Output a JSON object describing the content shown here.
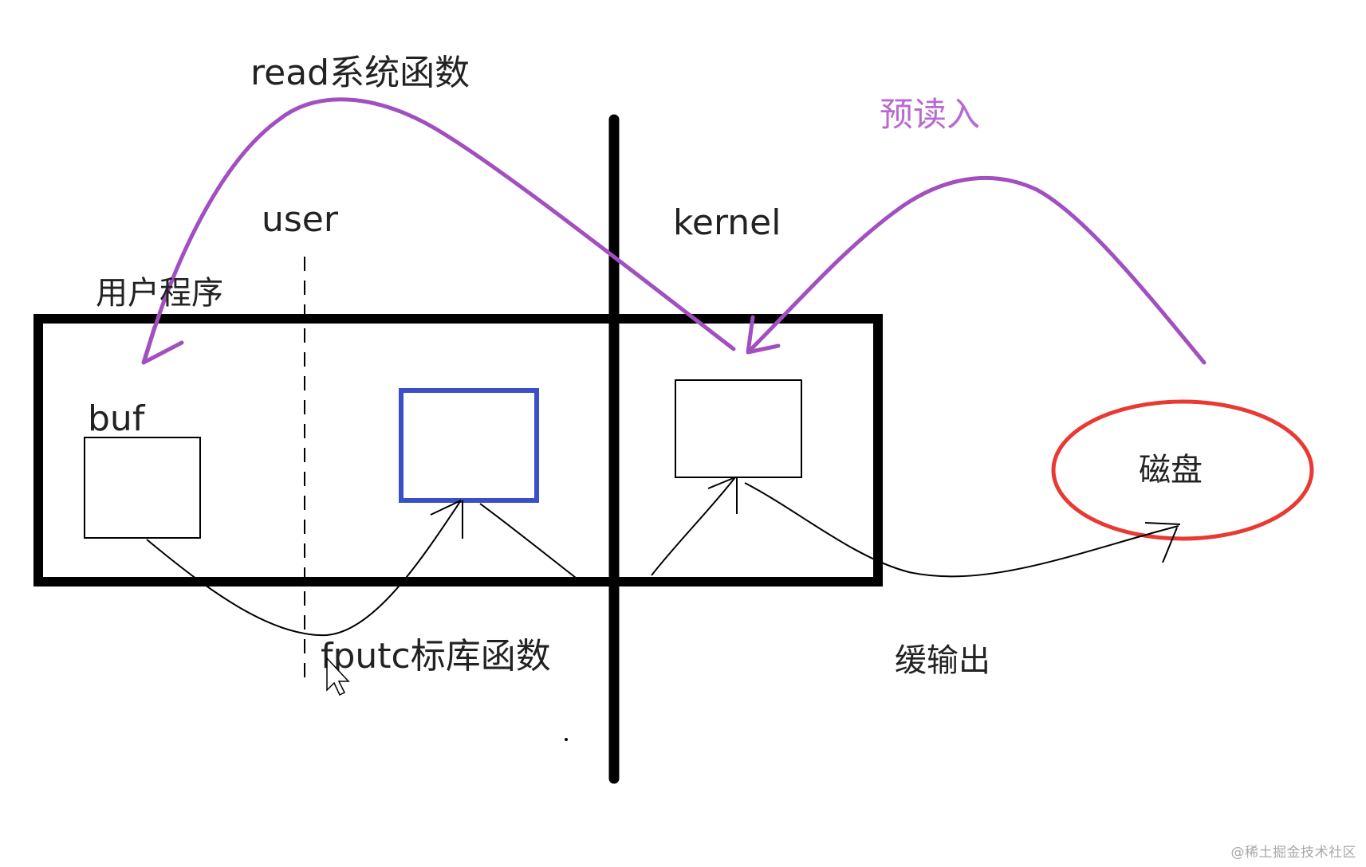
{
  "labels": {
    "read_func": "read系统函数",
    "prefetch": "预读入",
    "user": "user",
    "kernel": "kernel",
    "user_program": "用户程序",
    "buf": "buf",
    "disk": "磁盘",
    "fputc_func": "fputc标库函数",
    "buffered_output": "缓输出"
  },
  "watermark": "@稀土掘金技术社区",
  "colors": {
    "purple_arrow": "#a24fc0",
    "purple_text": "#b86ad0",
    "stdlib_buffer": "#3a4fc8",
    "disk_ellipse": "#e83a32",
    "black": "#000000",
    "text": "#222222"
  }
}
